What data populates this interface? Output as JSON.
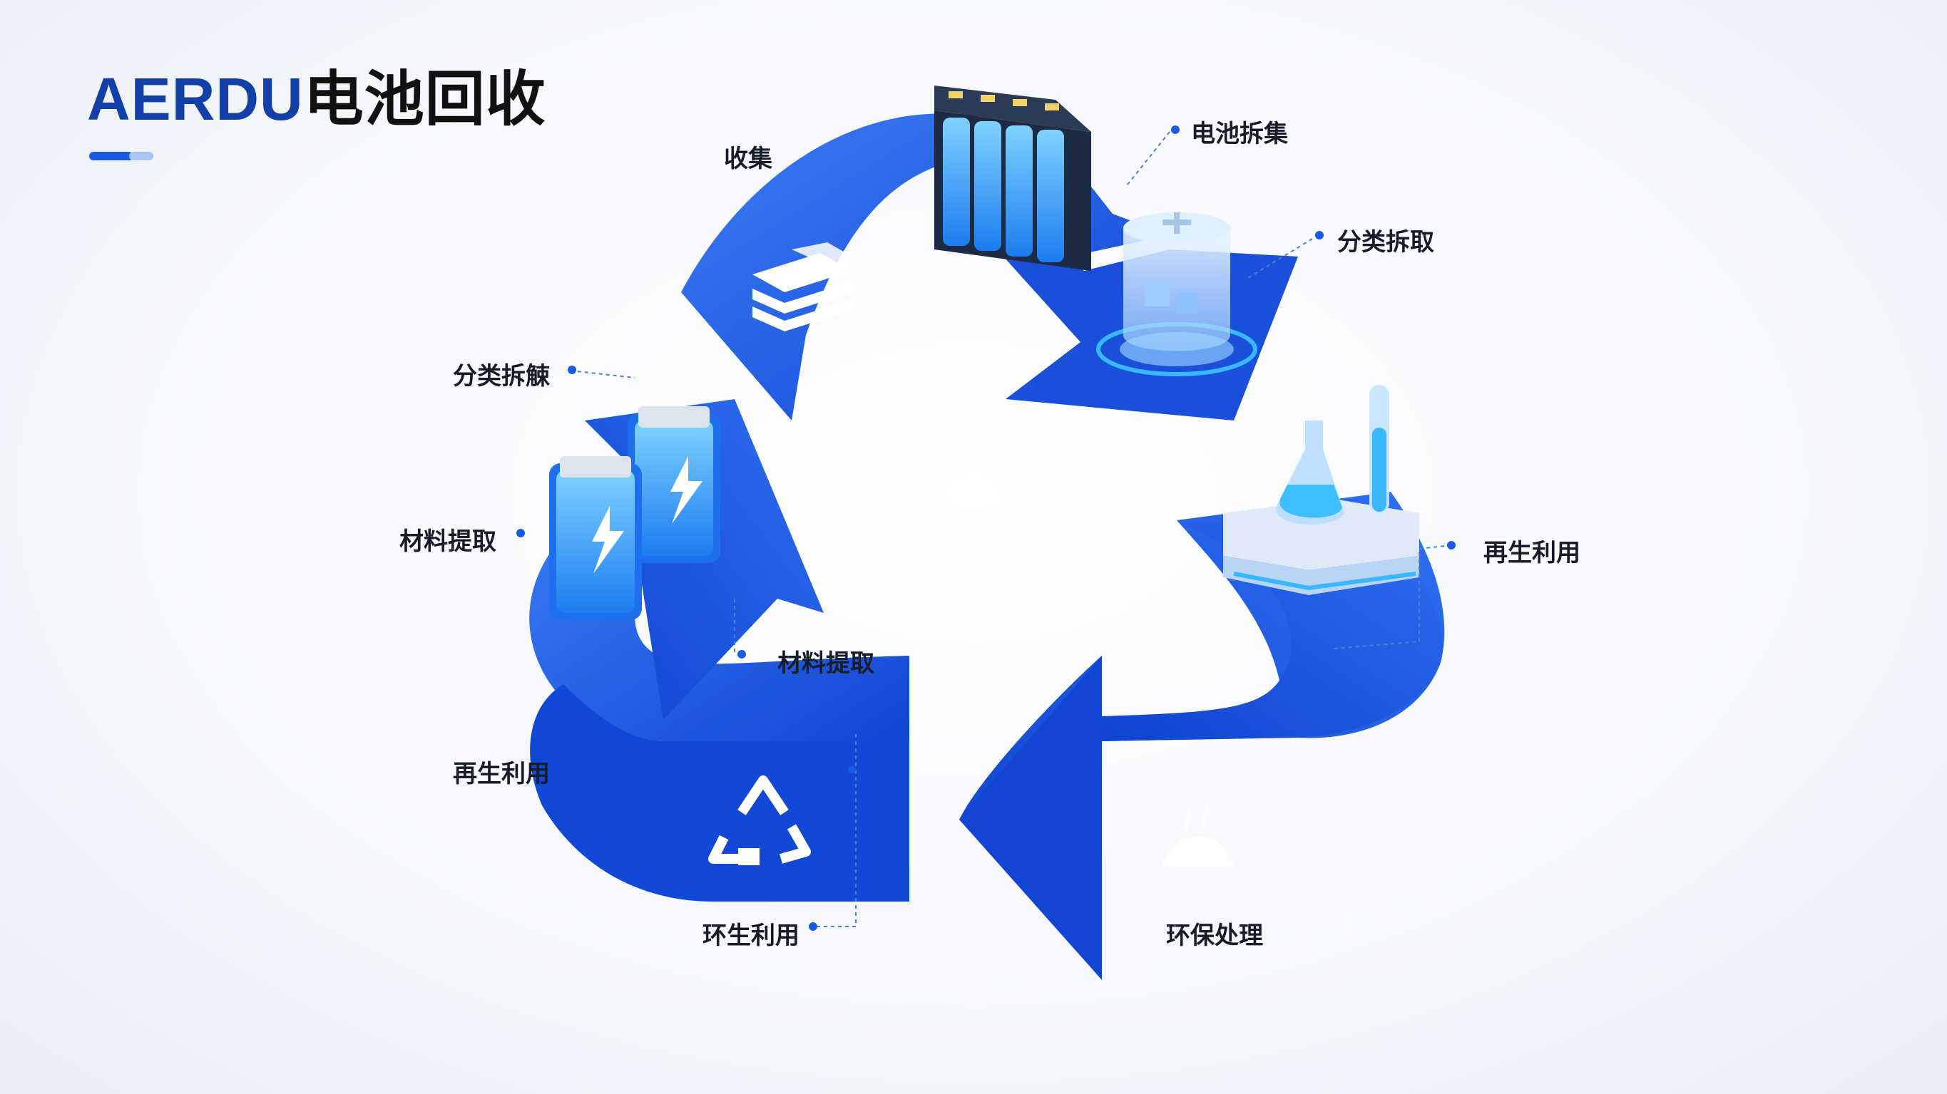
{
  "title": {
    "brand": "AERDU",
    "rest": "电池回收"
  },
  "steps": [
    {
      "id": "collect",
      "label": "收集",
      "desc": ""
    },
    {
      "id": "dismantle-top",
      "label": "电池拆集",
      "desc": ""
    },
    {
      "id": "sort-extract-right",
      "label": "分类拆取",
      "desc": ""
    },
    {
      "id": "sort-dismantle-left",
      "label": "分类拆觫",
      "desc": ""
    },
    {
      "id": "material-left",
      "label": "材料提取",
      "desc": ""
    },
    {
      "id": "material-center",
      "label": "材料提取",
      "desc": ""
    },
    {
      "id": "regen-right",
      "label": "再生利用",
      "desc": ""
    },
    {
      "id": "regen-left",
      "label": "再生利用",
      "desc": ""
    },
    {
      "id": "eco-bottom",
      "label": "环生利用",
      "desc": ""
    },
    {
      "id": "eco-treat",
      "label": "环保处理",
      "desc": ""
    }
  ],
  "icons": [
    "stack-icon",
    "battery-pack-icon",
    "container-icon",
    "battery-cells-icon",
    "flask-icon",
    "recycle-icon",
    "steam-dome-icon"
  ],
  "colors": {
    "brand": "#1340a8",
    "arrow_light": "#2f6ff0",
    "arrow_dark": "#1248d6",
    "accent": "#1a5be6",
    "label": "#161c2a"
  }
}
